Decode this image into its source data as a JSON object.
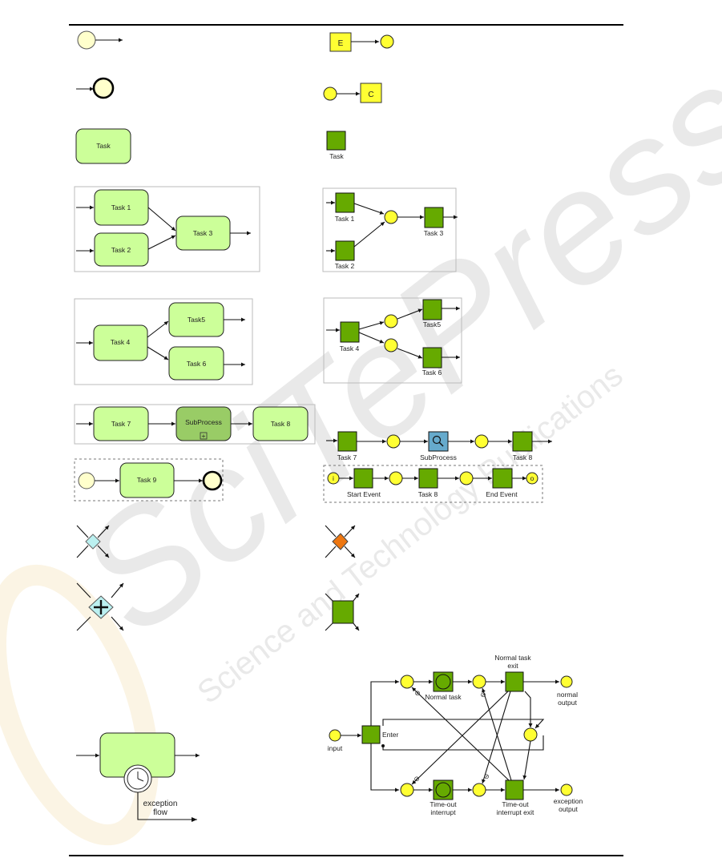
{
  "labels": {
    "e_box": "E",
    "c_box": "C",
    "task": "Task",
    "task1": "Task 1",
    "task2": "Task 2",
    "task3": "Task 3",
    "task4": "Task 4",
    "task5": "Task5",
    "task6": "Task 6",
    "task7": "Task 7",
    "task8": "Task 8",
    "task9": "Task 9",
    "subprocess": "SubProcess",
    "subprocess_marker": "+",
    "start_event": "Start Event",
    "end_event": "End Event",
    "start_marker": "i",
    "end_marker": "o",
    "exception_flow_line1": "exception",
    "exception_flow_line2": "flow",
    "input": "input",
    "enter": "Enter",
    "normal_task": "Normal task",
    "normal_task_exit_line1": "Normal task",
    "normal_task_exit_line2": "exit",
    "normal_output_line1": "normal",
    "normal_output_line2": "output",
    "timeout_interrupt_line1": "Time-out",
    "timeout_interrupt_line2": "interrupt",
    "timeout_interrupt_exit_line1": "Time-out",
    "timeout_interrupt_exit_line2": "interrupt exit",
    "exception_output_line1": "exception",
    "exception_output_line2": "output",
    "neg_marker": "⊘"
  },
  "watermark": {
    "publisher": "SciTePress",
    "tagline": "Science and Technology Publications"
  },
  "colors": {
    "yawl_task": "#66aa00",
    "yawl_condition": "#ffff33",
    "bpmn_task": "#ccff99",
    "bpmn_subprocess": "#99cc66",
    "bpmn_gateway": "#bbf0f0",
    "yawl_split": "#ee7711",
    "yawl_subprocess": "#66aacc"
  }
}
